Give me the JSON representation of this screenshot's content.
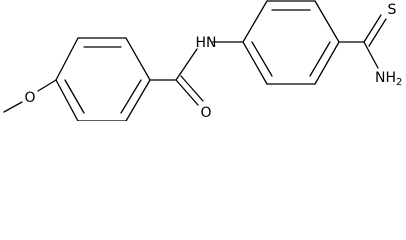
{
  "molecule": {
    "atom_labels": {
      "methoxy_oxygen": "O",
      "amide_nitrogen": "HN",
      "carbonyl_oxygen": "O",
      "thione_sulfur": "S",
      "amine": "NH",
      "amine_subscript": "2"
    }
  }
}
